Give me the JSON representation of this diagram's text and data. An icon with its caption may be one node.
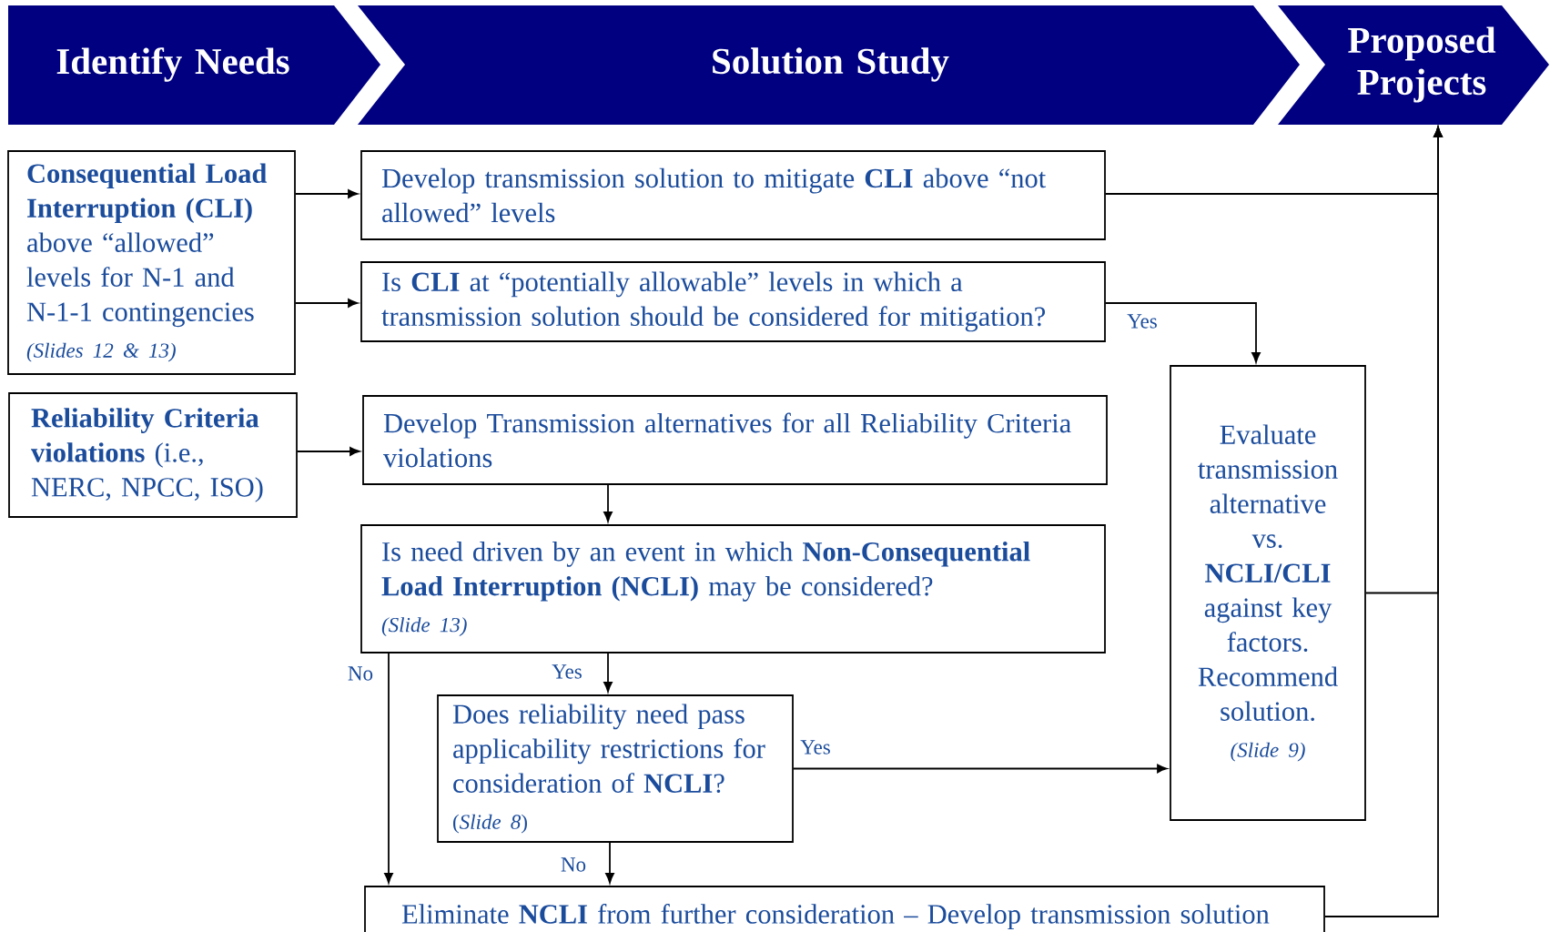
{
  "diagram": {
    "nodes": [
      {
        "text": [
          "Identify Needs"
        ]
      },
      {
        "text": [
          "Solution Study"
        ]
      },
      {
        "text": [
          "Proposed Projects"
        ]
      },
      {
        "text": [
          "**Consequential Load Interruption (CLI)** above “allowed” levels for N-1 and N-1-1 contingencies",
          "(Slides 12 & 13)"
        ]
      },
      {
        "text": [
          "Develop transmission solution to mitigate **CLI** above “not allowed” levels"
        ]
      },
      {
        "text": [
          "Is **CLI** at “potentially allowable” levels in which a transmission solution should be considered for mitigation?"
        ]
      },
      {
        "text": [
          "**Reliability Criteria violations** (i.e., NERC, NPCC, ISO)"
        ]
      },
      {
        "text": [
          "Develop Transmission alternatives for all Reliability Criteria violations"
        ]
      },
      {
        "text": [
          "Is need driven by an event in which **Non-Consequential Load Interruption (NCLI)** may be considered?",
          "(Slide 13)"
        ]
      },
      {
        "text": [
          "Does reliability need pass applicability restrictions for consideration of **NCLI**?",
          "(*Slide 8*)"
        ]
      },
      {
        "text": [
          "Evaluate transmission alternative vs. **NCLI/CLI** against key factors. Recommend solution.",
          "(Slide 9)"
        ]
      },
      {
        "text": [
          "Eliminate **NCLI** from further consideration – Develop transmission solution"
        ]
      }
    ],
    "edges": [
      {
        "from": 3,
        "to": 4,
        "arrow": "to"
      },
      {
        "from": 3,
        "to": 5,
        "arrow": "to"
      },
      {
        "from": 6,
        "to": 7,
        "arrow": "to"
      },
      {
        "from": 4,
        "to": 2,
        "arrow": "to"
      },
      {
        "from": 5,
        "to": 10,
        "arrow": "to",
        "label": "Yes"
      },
      {
        "from": 7,
        "to": 8,
        "arrow": "to"
      },
      {
        "from": 8,
        "to": 9,
        "arrow": "to",
        "label": "Yes"
      },
      {
        "from": 8,
        "to": 11,
        "arrow": "to",
        "label": "No"
      },
      {
        "from": 9,
        "to": 10,
        "arrow": "to",
        "label": "Yes"
      },
      {
        "from": 9,
        "to": 11,
        "arrow": "to",
        "label": "No"
      },
      {
        "from": 10,
        "to": 2,
        "arrow": "to"
      },
      {
        "from": 11,
        "to": 2,
        "arrow": "to"
      }
    ]
  }
}
